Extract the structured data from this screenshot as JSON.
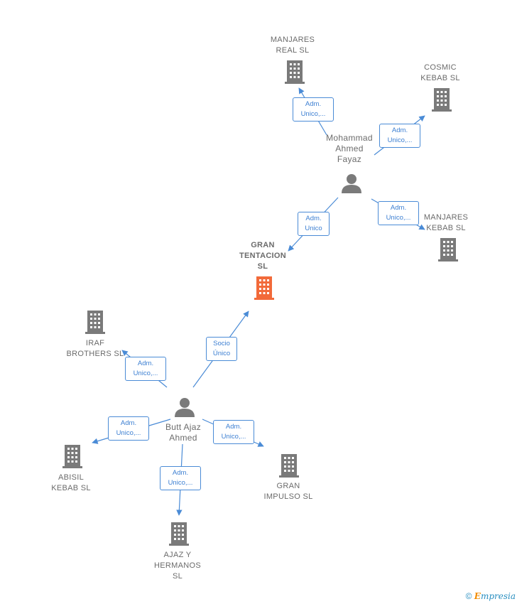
{
  "nodes": {
    "manjares_real": {
      "label": "MANJARES\nREAL  SL"
    },
    "cosmic_kebab": {
      "label": "COSMIC\nKEBAB  SL"
    },
    "mohammad": {
      "label": "Mohammad\nAhmed\nFayaz"
    },
    "manjares_kebab": {
      "label": "MANJARES\nKEBAB  SL"
    },
    "gran_tentacion": {
      "label": "GRAN\nTENTACION\nSL"
    },
    "iraf": {
      "label": "IRAF\nBROTHERS SL"
    },
    "butt": {
      "label": "Butt Ajaz\nAhmed"
    },
    "abisil": {
      "label": "ABISIL\nKEBAB  SL"
    },
    "gran_impulso": {
      "label": "GRAN\nIMPULSO  SL"
    },
    "ajaz": {
      "label": "AJAZ Y\nHERMANOS\nSL"
    }
  },
  "edges": {
    "moh_real": "Adm.\nUnico,...",
    "moh_cosmic": "Adm.\nUnico,...",
    "moh_mkebab": "Adm.\nUnico,...",
    "moh_gran": "Adm.\nUnico",
    "butt_gran": "Socio\nÚnico",
    "butt_iraf": "Adm.\nUnico,...",
    "butt_abisil": "Adm.\nUnico,...",
    "butt_impulso": "Adm.\nUnico,...",
    "butt_ajaz": "Adm.\nUnico,..."
  },
  "colors": {
    "main_building": "#f26a3a",
    "building": "#7a7a7a",
    "person": "#7a7a7a",
    "edge": "#4a8bd6"
  },
  "footer": {
    "copyright": "©",
    "brand_e": "E",
    "brand_rest": "mpresia"
  }
}
